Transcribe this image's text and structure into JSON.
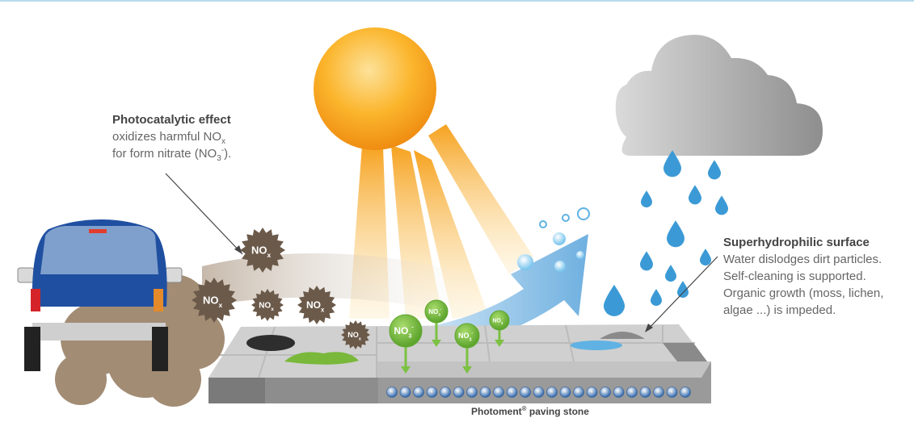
{
  "photocatalytic": {
    "title": "Photocatalytic effect",
    "line1_prefix": "oxidizes harmful NO",
    "line1_sub": "x",
    "line2_prefix": "for form nitrate (NO",
    "line2_sub": "3",
    "line2_sup": "-",
    "line2_suffix": ")."
  },
  "superhydrophilic": {
    "title": "Superhydrophilic surface",
    "lines": [
      "Water dislodges dirt particles.",
      "Self-cleaning is supported.",
      "Organic growth (moss, lichen,",
      "algae ...) is impeded."
    ]
  },
  "caption": {
    "text": "Photoment",
    "reg": "®",
    "suffix": " paving stone"
  },
  "nox_badges": [
    {
      "main": "NO",
      "sub": "x"
    },
    {
      "main": "NO",
      "sub": "x"
    },
    {
      "main": "NO",
      "sub": "x"
    },
    {
      "main": "NO",
      "sub": "x"
    },
    {
      "main": "NO",
      "sub": "x"
    }
  ],
  "nitrate_badges": [
    {
      "main": "NO",
      "sub": "3",
      "sup": "-"
    },
    {
      "main": "NO",
      "sub": "3",
      "sup": "-"
    },
    {
      "main": "NO",
      "sub": "3",
      "sup": "-"
    },
    {
      "main": "NO",
      "sub": "3",
      "sup": "-"
    }
  ],
  "colors": {
    "sun": "#f5a21c",
    "nox_badge": "#6b5a4a",
    "nitrate_badge": "#7cc142",
    "car": "#1f4fa0",
    "cloud": "#9a9a9a",
    "rain": "#3b9ad6",
    "stone": "#bdbdbd"
  },
  "icons": [
    "sun-icon",
    "cloud-icon",
    "car-icon",
    "raindrop-icon",
    "exhaust-smoke-icon",
    "paving-stone-icon"
  ]
}
